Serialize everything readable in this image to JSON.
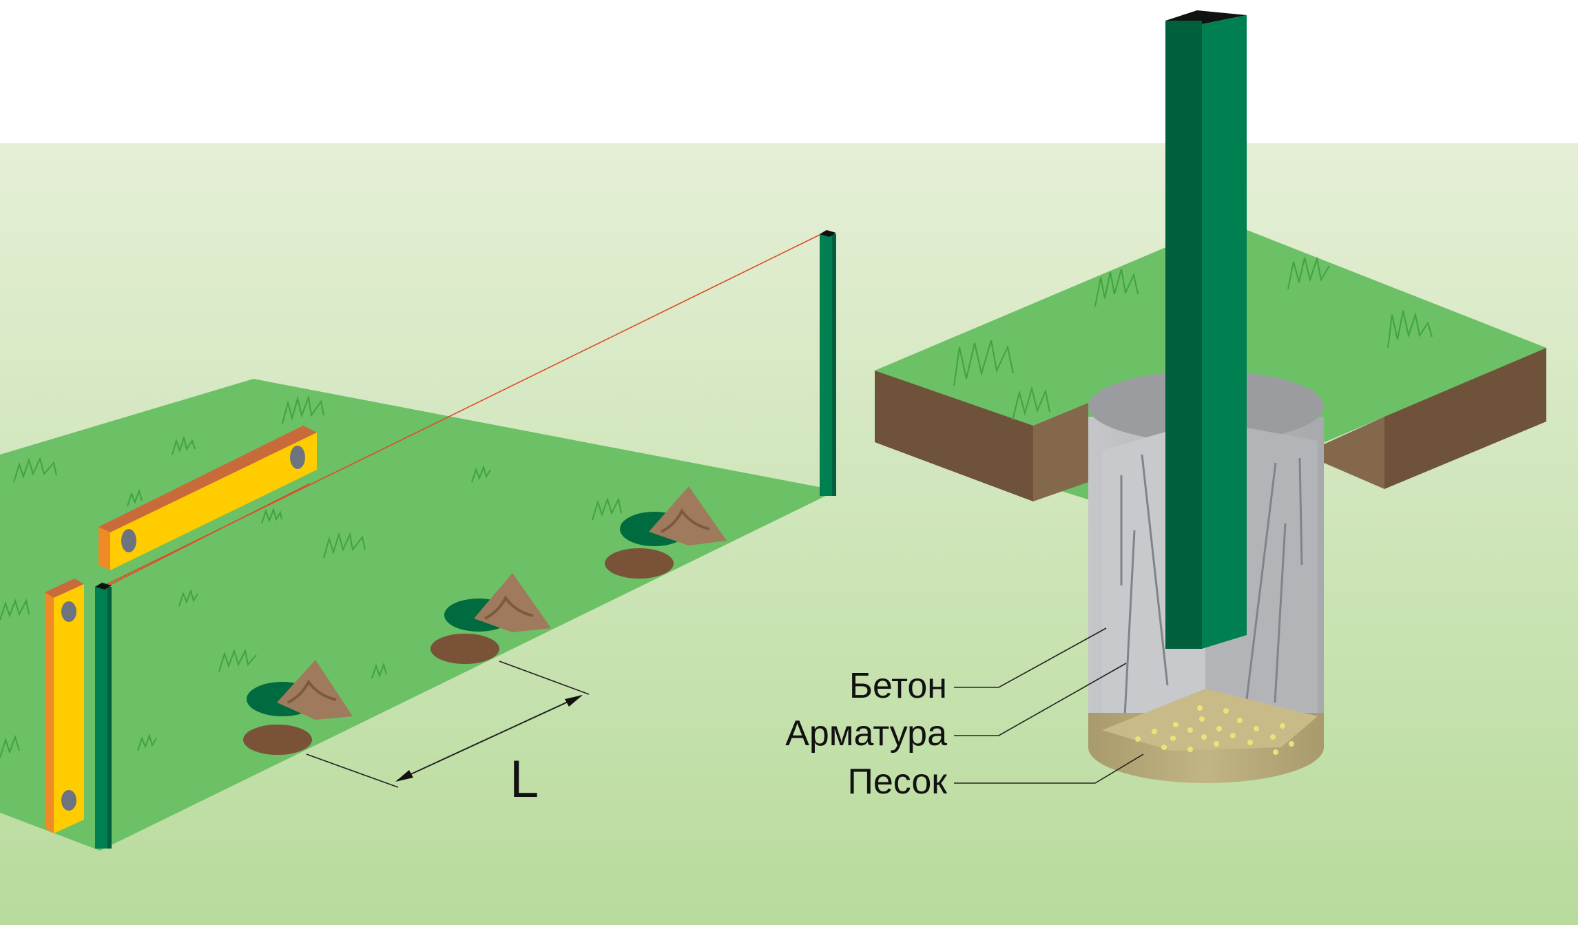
{
  "diagram": {
    "dimension_label": "L",
    "layers": [
      {
        "id": "concrete",
        "label": "Бетон"
      },
      {
        "id": "rebar",
        "label": "Арматура"
      },
      {
        "id": "sand",
        "label": "Песок"
      }
    ],
    "colors": {
      "sky": "#ffffff",
      "background_grass": "#cfe6b8",
      "lawn": "#6cc065",
      "lawn_dark": "#5aa955",
      "soil": "#6f523a",
      "soil_light": "#83684c",
      "post_front": "#008050",
      "post_side": "#005f3c",
      "post_top": "#111111",
      "level_body": "#ffcc00",
      "level_edge": "#f08a24",
      "level_top": "#c96a3a",
      "level_vial": "#6d7480",
      "string_line": "#e04a2a",
      "hole": "#7a5238",
      "hole_shadow": "#006b3e",
      "dirt_pile": "#a07a5c",
      "concrete": "#b6b8bb",
      "concrete_light": "#c7c9cc",
      "concrete_top": "#9a9c9f",
      "rebar": "#80848a",
      "sand": "#c9bb88",
      "sand_dots": "#efe07a",
      "leader_line": "#222222",
      "grass_blade": "#3fa43d"
    }
  }
}
